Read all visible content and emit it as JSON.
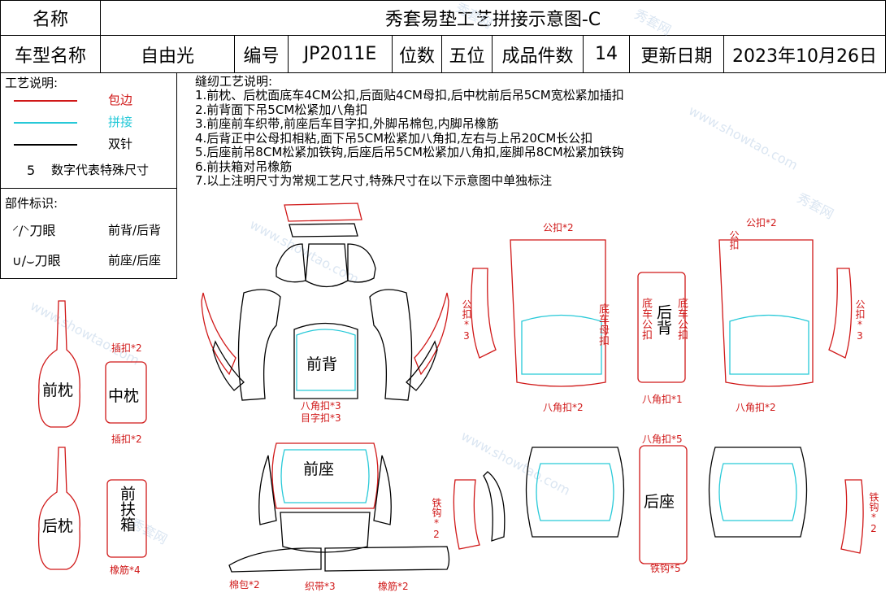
{
  "header": {
    "name_label": "名称",
    "title": "秀套易垫工艺拼接示意图-C",
    "car_model_label": "车型名称",
    "car_model_value": "自由光",
    "code_label": "编号",
    "code_value": "JP2011E",
    "seat_label": "位数",
    "seat_value": "五位",
    "pieces_label": "成品件数",
    "pieces_value": "14",
    "update_label": "更新日期",
    "update_value": "2023年10月26日"
  },
  "process_legend": {
    "title": "工艺说明:",
    "items": [
      {
        "label": "包边",
        "color": "#d01818"
      },
      {
        "label": "拼接",
        "color": "#27c9d8"
      },
      {
        "label": "双针",
        "color": "#000000"
      }
    ],
    "number_key": "5",
    "number_desc": "数字代表特殊尺寸"
  },
  "parts_legend": {
    "title": "部件标识:",
    "row1_symbols": "⸍/⸌刀眼",
    "row1_desc": "前背/后背",
    "row2_symbols": "∪/⌣刀眼",
    "row2_desc": "前座/后座"
  },
  "sewing_notes": {
    "title": "缝纫工艺说明:",
    "lines": [
      "1.前枕、后枕面底车4CM公扣,后面贴4CM母扣,后中枕前后吊5CM宽松紧加插扣",
      "2.前背面下吊5CM松紧加八角扣",
      "3.前座前车织带,前座后车目字扣,外脚吊棉包,内脚吊橡筋",
      "4.后背正中公母扣相粘,面下吊5CM松紧加八角扣,左右与上吊20CM长公扣",
      "5.后座前吊8CM松紧加铁钩,后座后吊5CM松紧加八角扣,座脚吊8CM松紧加铁钩",
      "6.前扶箱对吊橡筋",
      "7.以上注明尺寸为常规工艺尺寸,特殊尺寸在以下示意图中单独标注"
    ]
  },
  "pieces": {
    "front_headrest": "前枕",
    "middle_headrest": "中枕",
    "rear_headrest": "后枕",
    "front_armrest": "前扶箱",
    "front_back": "前背",
    "front_seat": "前座",
    "rear_back": "后背",
    "rear_seat": "后座",
    "rear_back_center_left": "底车公扣",
    "rear_back_center_right": "底车公扣",
    "rear_back_mid_left_label": "底车母扣"
  },
  "annotations": {
    "insert_top": "插扣*2",
    "insert_bottom": "插扣*2",
    "elastic_left": "橡筋*4",
    "octagon_front": "八角扣*3",
    "eye_front": "目字扣*3",
    "cotton_pack": "棉包*2",
    "webbing": "织带*3",
    "elastic_bottom": "橡筋*2",
    "male_top_left": "公扣*2",
    "male_side_left": "公扣*3",
    "octagon_rear_left": "八角扣*2",
    "octagon_rear_mid": "八角扣*1",
    "male_top_right": "公扣*2",
    "male_vert_right_top": "公扣",
    "male_side_right": "公扣*3",
    "octagon_rear_right": "八角扣*2",
    "octagon_seat_top": "八角扣*5",
    "hook_left": "铁钩*2",
    "hook_bottom": "铁钩*5",
    "hook_right": "铁钩*2"
  },
  "watermark": {
    "text_cn": "秀套网",
    "text_url": "www.showtao.com"
  }
}
